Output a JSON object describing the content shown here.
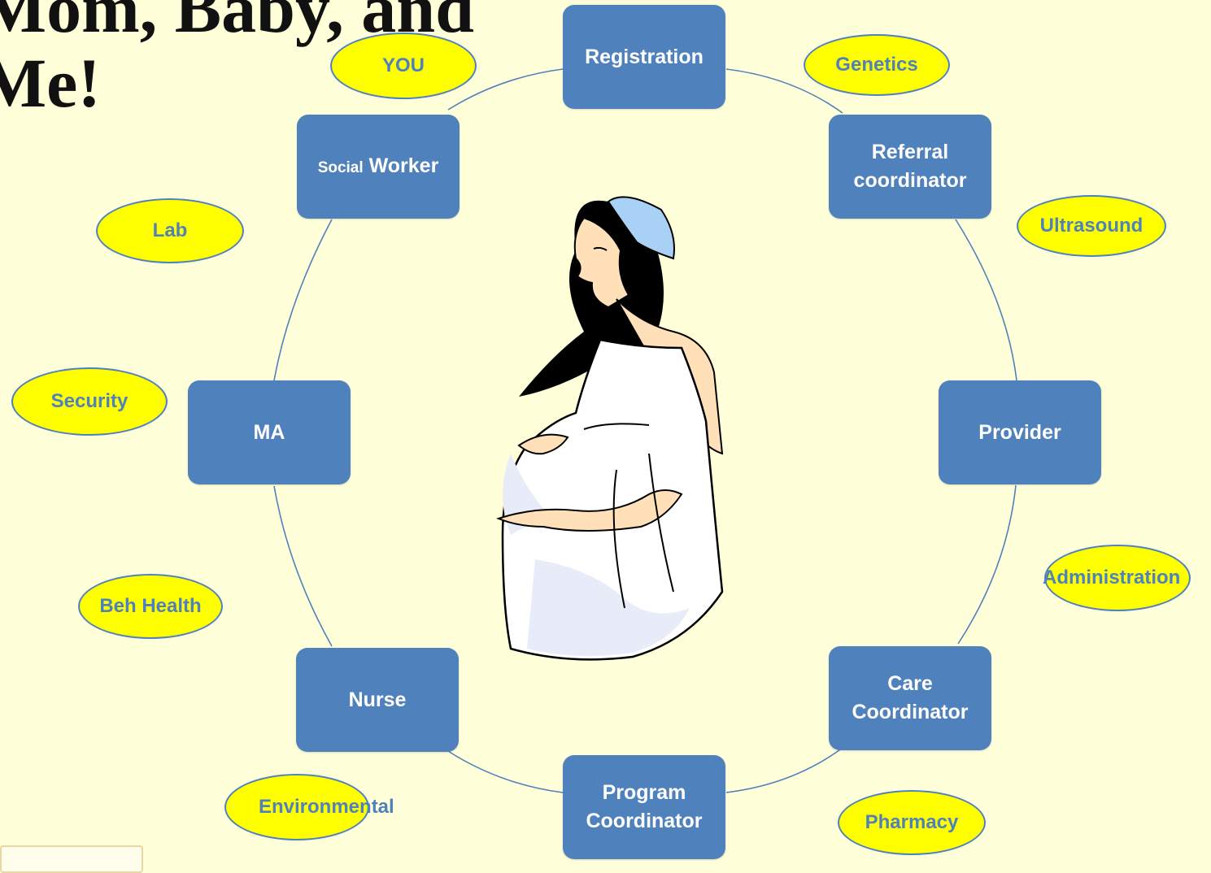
{
  "title": {
    "line1": "Mom, Baby, and",
    "line2": "Me!"
  },
  "nodes": [
    {
      "key": "registration",
      "lines": [
        "Registration"
      ]
    },
    {
      "key": "referral",
      "lines": [
        "Referral",
        "coordinator"
      ]
    },
    {
      "key": "provider",
      "lines": [
        "Provider"
      ]
    },
    {
      "key": "care",
      "lines": [
        "Care",
        "Coordinator"
      ]
    },
    {
      "key": "program",
      "lines": [
        "Program",
        "Coordinator"
      ]
    },
    {
      "key": "nurse",
      "lines": [
        "Nurse"
      ]
    },
    {
      "key": "ma",
      "lines": [
        "MA"
      ]
    },
    {
      "key": "social",
      "small": "Social",
      "main": "Worker"
    }
  ],
  "ovals": {
    "you": "YOU",
    "genetics": "Genetics",
    "ultrasound": "Ultrasound",
    "lab": "Lab",
    "security": "Security",
    "beh_health": "Beh Health",
    "administration": "Administration",
    "environmental": "Environmental",
    "pharmacy": "Pharmacy"
  },
  "colors": {
    "background": "#FFFFD9",
    "node_fill": "#4F81BD",
    "oval_fill": "#FFFF00",
    "oval_text": "#4F81BD",
    "connector": "#4F81BD"
  },
  "illustration": "pregnant-woman-clipart"
}
